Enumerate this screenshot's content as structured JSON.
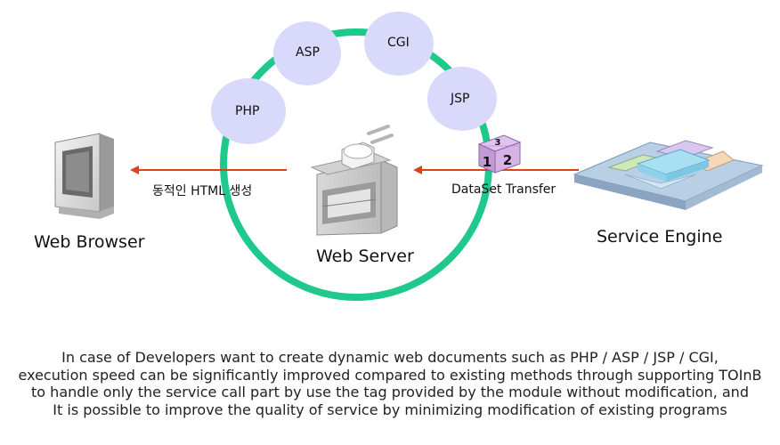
{
  "diagram": {
    "bubbles": [
      {
        "label": "ASP"
      },
      {
        "label": "CGI"
      },
      {
        "label": "PHP"
      },
      {
        "label": "JSP"
      }
    ],
    "browser_arrow_label": "동적인 HTML 생성",
    "transfer_label": "DataSet Transfer",
    "web_browser_label": "Web Browser",
    "web_server_label": "Web Server",
    "service_engine_label": "Service Engine",
    "dataset_cube_digits": [
      "3",
      "1",
      "2"
    ]
  },
  "caption": {
    "lines": [
      "In case of Developers want to create dynamic web documents such as PHP / ASP / JSP / CGI,",
      "execution speed can be significantly improved compared to existing methods through supporting TOInB",
      "to handle only the service call part by use the tag provided by the module without modification, and",
      "It is possible to improve the quality of service by minimizing modification of existing programs"
    ]
  },
  "colors": {
    "ring": "#1fc98c",
    "bubble": "#d9d9fb",
    "arrow": "#e0401c",
    "cube": "#c39ad6"
  }
}
